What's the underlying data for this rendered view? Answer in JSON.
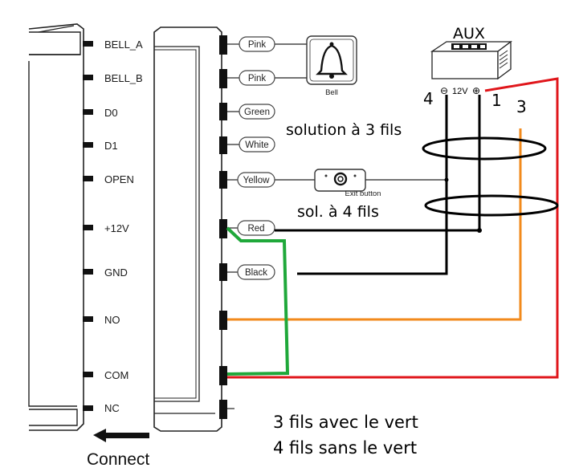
{
  "controller": {
    "pins": [
      "BELL_A",
      "BELL_B",
      "D0",
      "D1",
      "OPEN",
      "+12V",
      "GND",
      "NO",
      "COM",
      "NC"
    ]
  },
  "wires": {
    "labels": [
      "Pink",
      "Pink",
      "Green",
      "White",
      "Yellow",
      "Red",
      "Black"
    ]
  },
  "bell": {
    "label": "Bell"
  },
  "exit_button": {
    "label": "Exit button"
  },
  "aux": {
    "title": "AUX",
    "terminal_minus": "⊖",
    "terminal_voltage": "12V",
    "terminal_plus": "⊕",
    "num_4": "4",
    "num_1": "1",
    "num_3": "3"
  },
  "annotations": {
    "solution3": "solution à 3 fils",
    "solution4": "sol. à 4 fils",
    "note_line1": "3 fils avec le vert",
    "note_line2": "4 fils sans le vert"
  },
  "connect": {
    "label": "Connect"
  },
  "colors": {
    "red_wire": "#e0161b",
    "orange_wire": "#f28a1c",
    "green_wire": "#1fa83a",
    "black_wire": "#000000"
  }
}
